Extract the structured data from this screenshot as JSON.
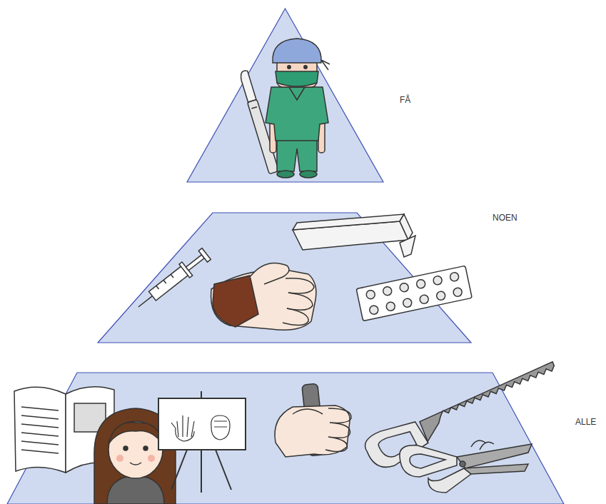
{
  "diagram": {
    "nodes": [
      {
        "text": [
          "FÅ"
        ]
      },
      {
        "text": [
          "NOEN"
        ]
      },
      {
        "text": [
          "ALLE"
        ]
      }
    ]
  }
}
